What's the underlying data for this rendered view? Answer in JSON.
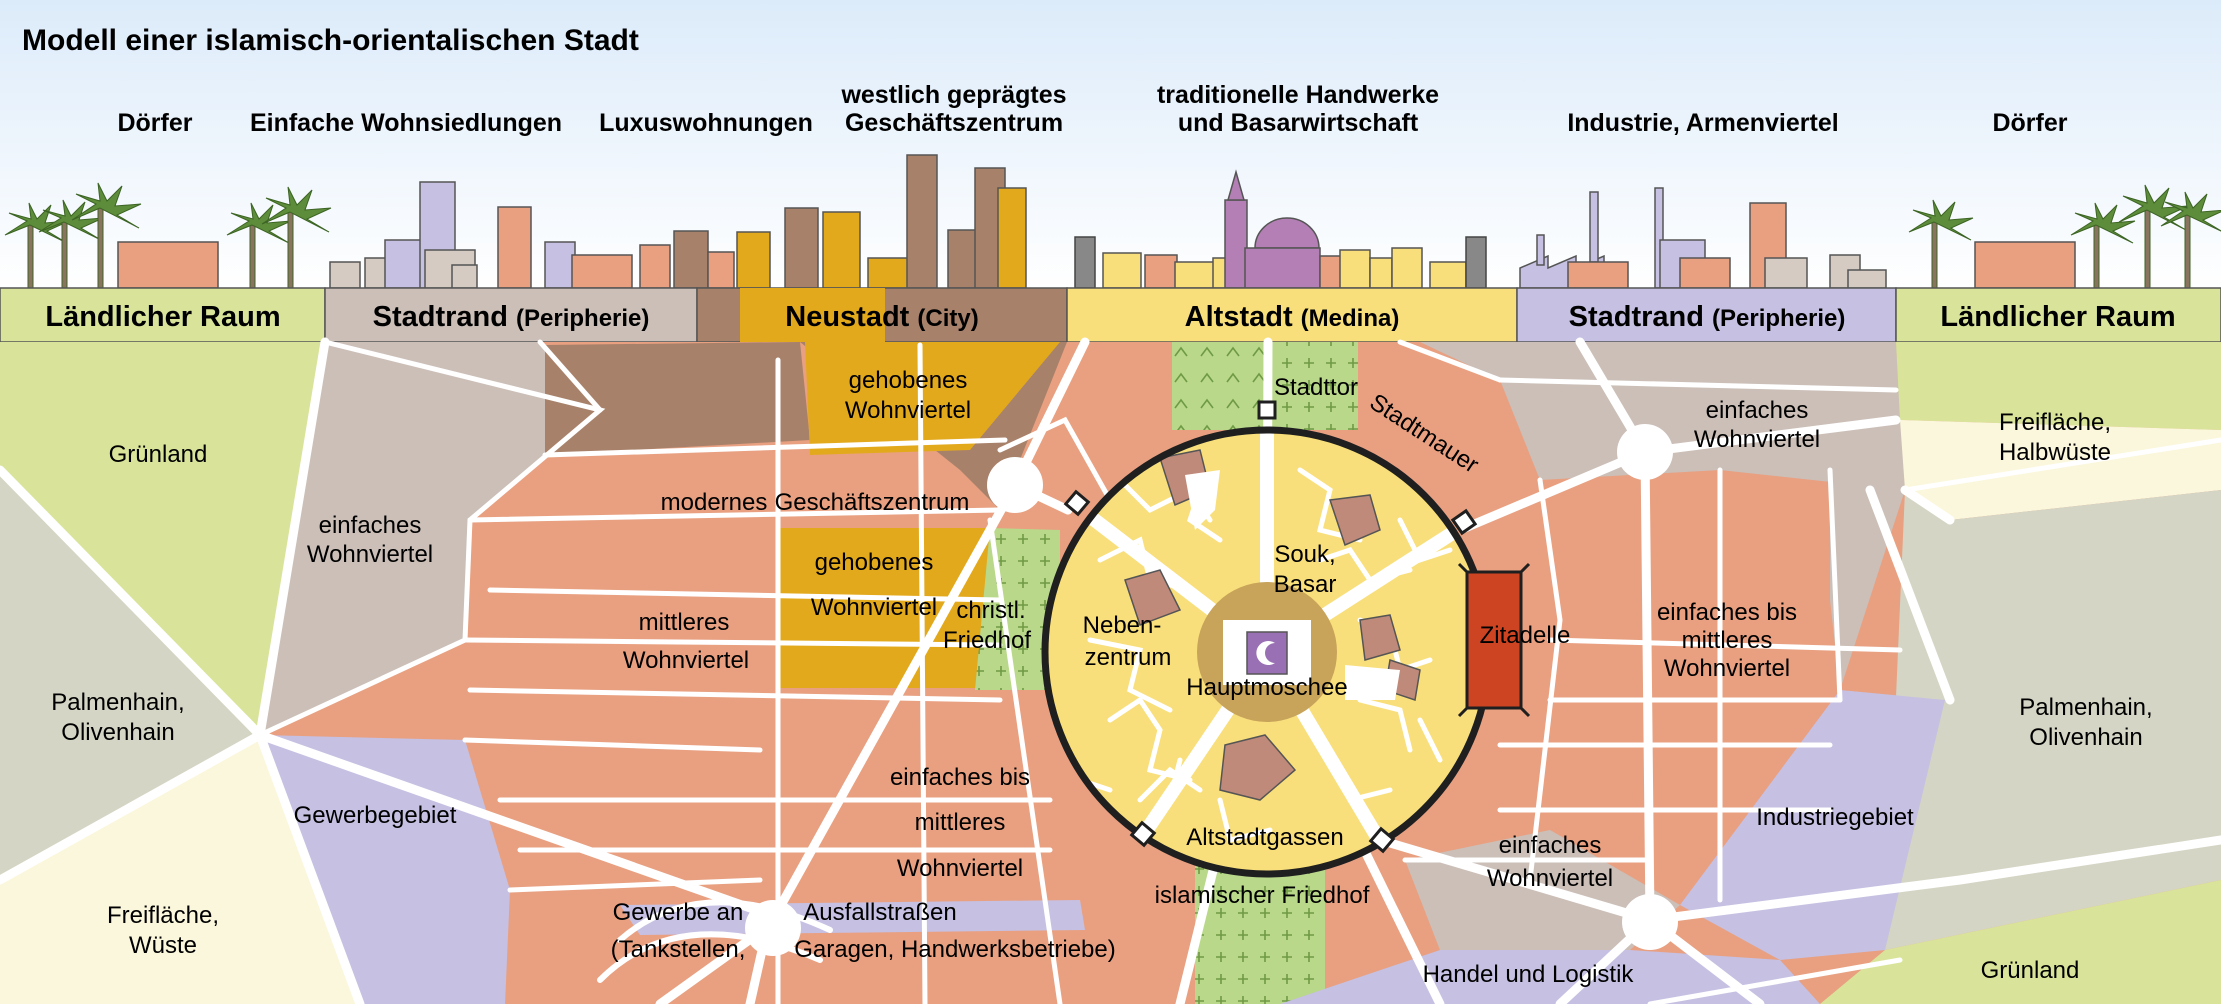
{
  "title": "Modell einer islamisch-orientalischen Stadt",
  "skyline_captions": {
    "doerfer_left": "Dörfer",
    "einfache_wohnsiedlungen": "Einfache Wohnsiedlungen",
    "luxuswohnungen": "Luxuswohnungen",
    "westlich_1": "westlich geprägtes",
    "westlich_2": "Geschäftszentrum",
    "traditionelle_1": "traditionelle Handwerke",
    "traditionelle_2": "und Basarwirtschaft",
    "industrie": "Industrie, Armenviertel",
    "doerfer_right": "Dörfer"
  },
  "zones": {
    "laendlich_left": "Ländlicher Raum",
    "stadtrand_left": "Stadtrand",
    "stadtrand_left_sub": "(Peripherie)",
    "neustadt": "Neustadt",
    "neustadt_sub": "(City)",
    "altstadt": "Altstadt",
    "altstadt_sub": "(Medina)",
    "stadtrand_right": "Stadtrand",
    "stadtrand_right_sub": "(Peripherie)",
    "laendlich_right": "Ländlicher Raum"
  },
  "map_labels": {
    "gruenland_left": "Grünland",
    "einfaches_wv_left_1": "einfaches",
    "einfaches_wv_left_2": "Wohnviertel",
    "palmenhain_left_1": "Palmenhain,",
    "palmenhain_left_2": "Olivenhain",
    "freiflaeche_left_1": "Freifläche,",
    "freiflaeche_left_2": "Wüste",
    "gewerbegebiet": "Gewerbegebiet",
    "gehobenes_top_1": "gehobenes",
    "gehobenes_top_2": "Wohnviertel",
    "modernes": "modernes",
    "geschaeftszentrum": "Geschäftszentrum",
    "gehobenes_mid_1": "gehobenes",
    "gehobenes_mid_2": "Wohnviertel",
    "mittleres_1": "mittleres",
    "mittleres_2": "Wohnviertel",
    "christl_1": "christl.",
    "christl_2": "Friedhof",
    "einfaches_bis_c_1": "einfaches bis",
    "einfaches_bis_c_2": "mittleres",
    "einfaches_bis_c_3": "Wohnviertel",
    "gewerbe_1": "Gewerbe an",
    "gewerbe_2": "Ausfallstraßen",
    "gewerbe_3": "(Tankstellen,",
    "gewerbe_4": "Garagen, Handwerksbetriebe)",
    "stadttor": "Stadttor",
    "stadtmauer": "Stadtmauer",
    "souk_1": "Souk,",
    "souk_2": "Basar",
    "neben_1": "Neben-",
    "neben_2": "zentrum",
    "hauptmoschee": "Hauptmoschee",
    "altstadtgassen": "Altstadtgassen",
    "islamischer_friedhof": "islamischer Friedhof",
    "zitadelle": "Zitadelle",
    "einfaches_wv_right_1": "einfaches",
    "einfaches_wv_right_2": "Wohnviertel",
    "einfaches_bis_r_1": "einfaches bis",
    "einfaches_bis_r_2": "mittleres",
    "einfaches_bis_r_3": "Wohnviertel",
    "einfaches_wv_br_1": "einfaches",
    "einfaches_wv_br_2": "Wohnviertel",
    "industriegebiet": "Industriegebiet",
    "handel": "Handel und Logistik",
    "freiflaeche_right_1": "Freifläche,",
    "freiflaeche_right_2": "Halbwüste",
    "palmenhain_right_1": "Palmenhain,",
    "palmenhain_right_2": "Olivenhain",
    "gruenland_right": "Grünland"
  },
  "colors": {
    "sky": "#e4f0fb",
    "green_land": "#d9e49a",
    "rural_grey": "#d5d5c5",
    "desert": "#fbf7dc",
    "stadtrand": "#cbbfb8",
    "salmon": "#e8a081",
    "brown": "#a8816a",
    "gold": "#e3a91c",
    "yellow_old": "#f8df7b",
    "lilac": "#c6c0e2",
    "citadel": "#cc4422",
    "cemetery": "#b9d88a",
    "wall": "#1f1f1f"
  }
}
